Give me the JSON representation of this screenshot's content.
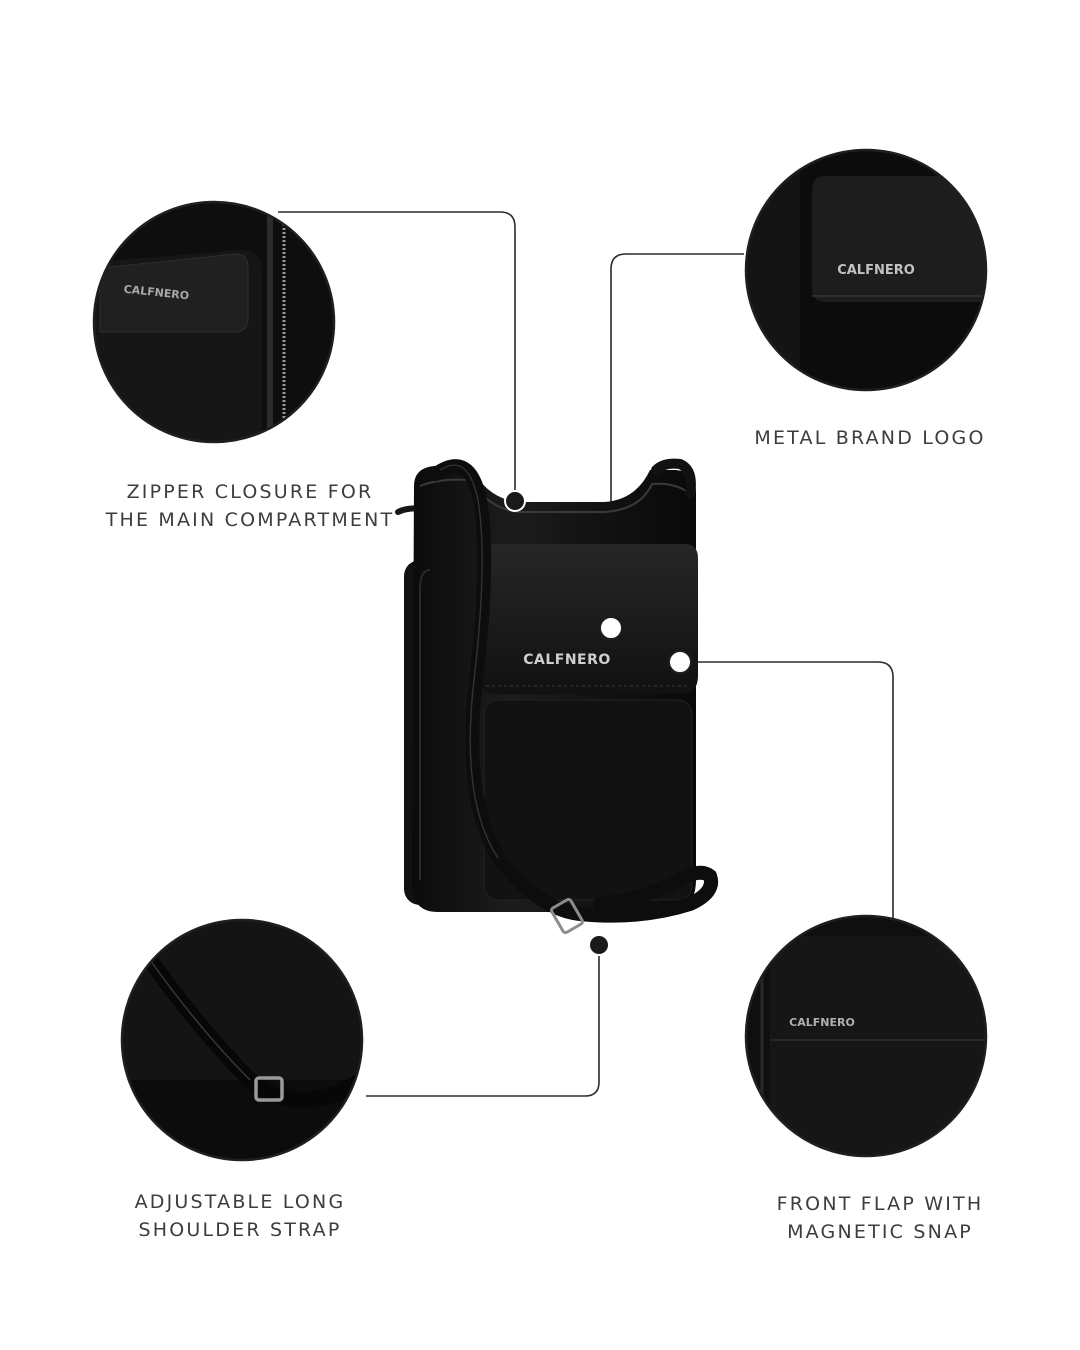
{
  "brand": {
    "logo_text": "CALFNERO"
  },
  "features": [
    {
      "id": "zipper",
      "lines": [
        "ZIPPER CLOSURE FOR",
        "THE MAIN COMPARTMENT"
      ]
    },
    {
      "id": "logo",
      "lines": [
        "METAL BRAND LOGO"
      ]
    },
    {
      "id": "strap",
      "lines": [
        "ADJUSTABLE LONG",
        "SHOULDER STRAP"
      ]
    },
    {
      "id": "flap",
      "lines": [
        "FRONT FLAP WITH",
        "MAGNETIC SNAP"
      ]
    }
  ],
  "colors": {
    "leather": "#141414",
    "leather_highlight": "#3a3a3a",
    "callout_line": "#2b2b2b",
    "label_text": "#3d3d3d",
    "background": "#ffffff"
  }
}
